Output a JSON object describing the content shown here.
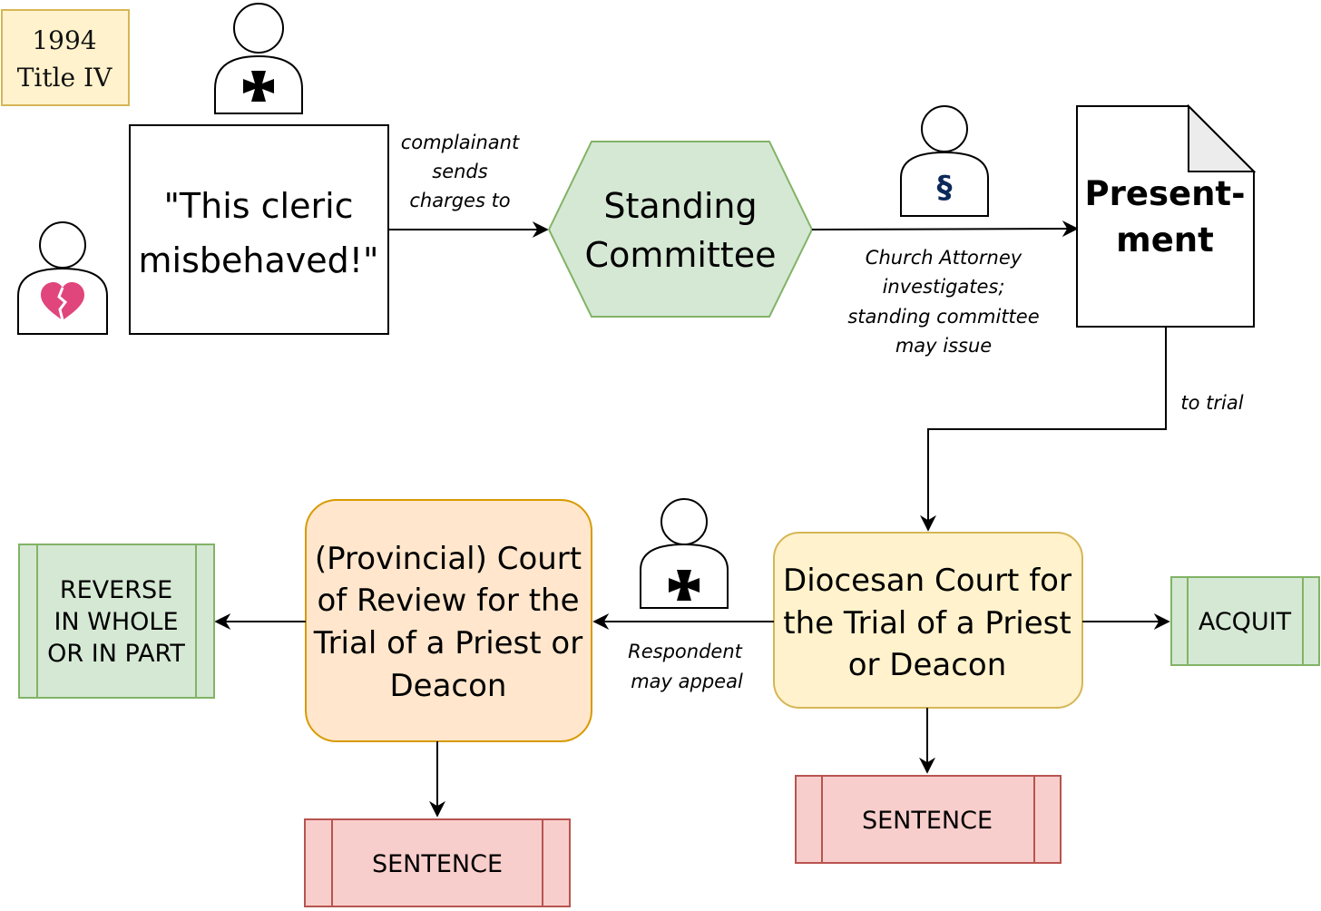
{
  "version_box": {
    "year": "1994",
    "title": "Title IV"
  },
  "complaint": {
    "lines": [
      "\"This cleric",
      "misbehaved!\""
    ]
  },
  "edge_complaint": {
    "lines": [
      "complainant",
      "sends",
      "charges to"
    ]
  },
  "standing_committee": {
    "lines": [
      "Standing",
      "Committee"
    ]
  },
  "edge_investigate": {
    "lines": [
      "Church Attorney",
      "investigates;",
      "standing committee",
      "may issue"
    ]
  },
  "presentment": {
    "lines": [
      "Present-",
      "ment"
    ]
  },
  "edge_trial": {
    "label": "to trial"
  },
  "diocesan_court": {
    "lines": [
      "Diocesan Court for",
      "the Trial of a Priest",
      "or Deacon"
    ]
  },
  "acquit": {
    "label": "ACQUIT"
  },
  "sentence_diocesan": {
    "label": "SENTENCE"
  },
  "edge_appeal": {
    "lines": [
      "Respondent",
      "may appeal"
    ]
  },
  "review_court": {
    "lines": [
      "(Provincial) Court",
      "of Review for the",
      "Trial of a Priest or",
      "Deacon"
    ]
  },
  "reverse": {
    "lines": [
      "REVERSE",
      "IN WHOLE",
      "OR IN PART"
    ]
  },
  "sentence_review": {
    "label": "SENTENCE"
  },
  "icons": {
    "cleric_top": "cross-pattee-icon",
    "complainant": "broken-heart-icon",
    "attorney": "section-sign-icon",
    "cleric_appeal": "cross-pattee-icon",
    "section_glyph": "§",
    "heart_glyph": "💔"
  },
  "colors": {
    "standing_committee_fill": "#d5e8d4",
    "standing_committee_stroke": "#82b366",
    "diocesan_fill": "#fff2cc",
    "diocesan_stroke": "#d6b656",
    "review_fill": "#ffe6cc",
    "review_stroke": "#d79b00",
    "outcome_green_fill": "#d5e8d4",
    "outcome_green_stroke": "#82b366",
    "sentence_fill": "#f8cecc",
    "sentence_stroke": "#b85450",
    "version_fill": "#fff2cc",
    "version_stroke": "#d6b656",
    "heart": "#e0457b"
  }
}
